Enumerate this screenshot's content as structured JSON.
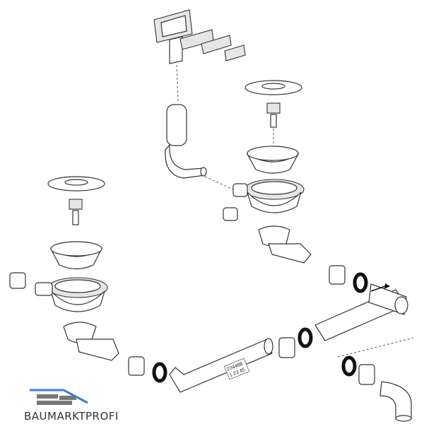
{
  "diagram": {
    "title": "Exploded view sink drain set",
    "pipe_label": {
      "line1": "234488",
      "line2": "1 23 45"
    }
  },
  "logo": {
    "text": "BAUMARKTPROFI",
    "roof_color": "#3a7fd5",
    "brick_color": "#777777"
  }
}
